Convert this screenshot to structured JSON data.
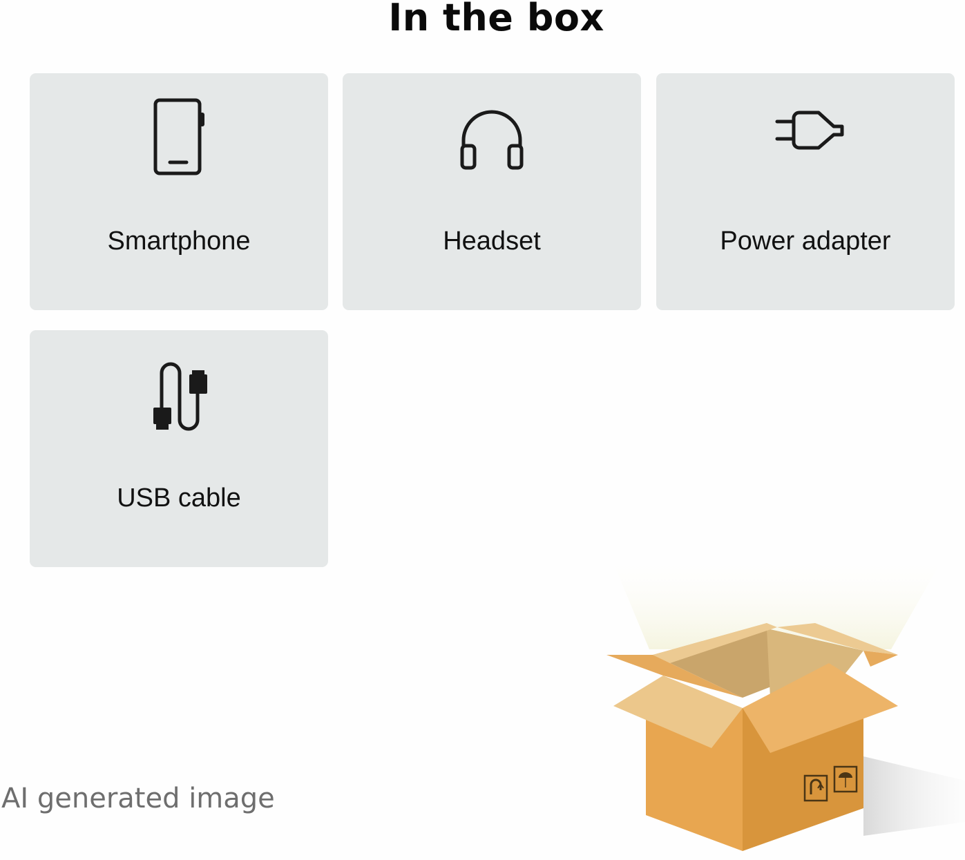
{
  "header": {
    "title": "In the box"
  },
  "items": [
    {
      "label": "Smartphone",
      "icon": "smartphone-icon"
    },
    {
      "label": "Headset",
      "icon": "headphones-icon"
    },
    {
      "label": "Power adapter",
      "icon": "power-plug-icon"
    },
    {
      "label": "USB cable",
      "icon": "usb-cable-icon"
    }
  ],
  "footer": {
    "watermark": "AI generated image"
  },
  "illustration": {
    "name": "open-cardboard-box"
  },
  "colors": {
    "card_bg": "#e5e8e8",
    "icon_stroke": "#1a1a1a",
    "box_front": "#e8a650",
    "box_side": "#d8953c"
  }
}
